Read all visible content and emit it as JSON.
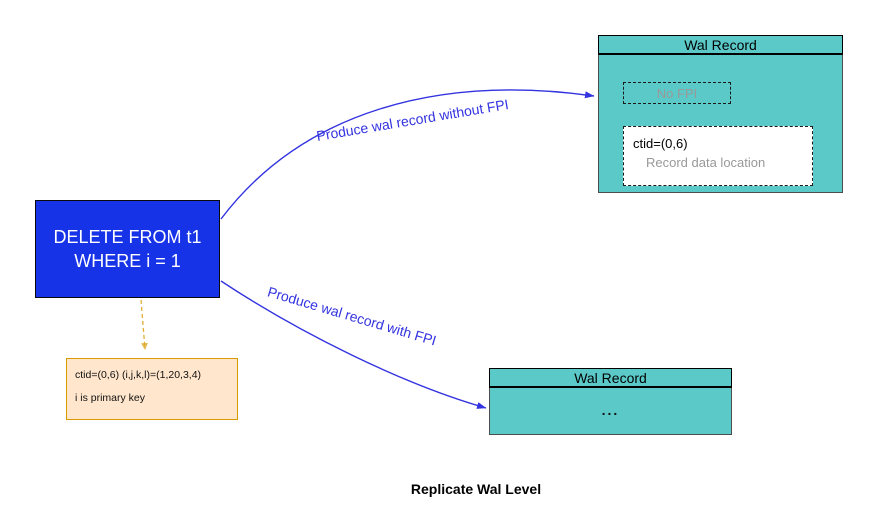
{
  "colors": {
    "blue_fill": "#1633E8",
    "teal_fill": "#5CC9C9",
    "tan_fill": "#FFE6CC",
    "tan_stroke": "#D79B00",
    "edge_blue": "#3333E0",
    "muted_text": "#999999"
  },
  "diagram": {
    "title": "Replicate Wal Level",
    "sql_box": {
      "line1": "DELETE FROM t1",
      "line2": "WHERE i = 1"
    },
    "wal_record_without_fpi": {
      "title": "Wal Record",
      "no_fpi_label": "No FPI",
      "ctid": "ctid=(0,6)",
      "location_label": "Record data location"
    },
    "wal_record_with_fpi": {
      "title": "Wal Record",
      "body": "..."
    },
    "tuple_note": {
      "line1": "ctid=(0,6) (i,j,k,l)=(1,20,3,4)",
      "line2": "i is primary key"
    },
    "edges": {
      "without_fpi_label": "Produce wal record without FPI",
      "with_fpi_label": "Produce wal record with FPI"
    }
  }
}
